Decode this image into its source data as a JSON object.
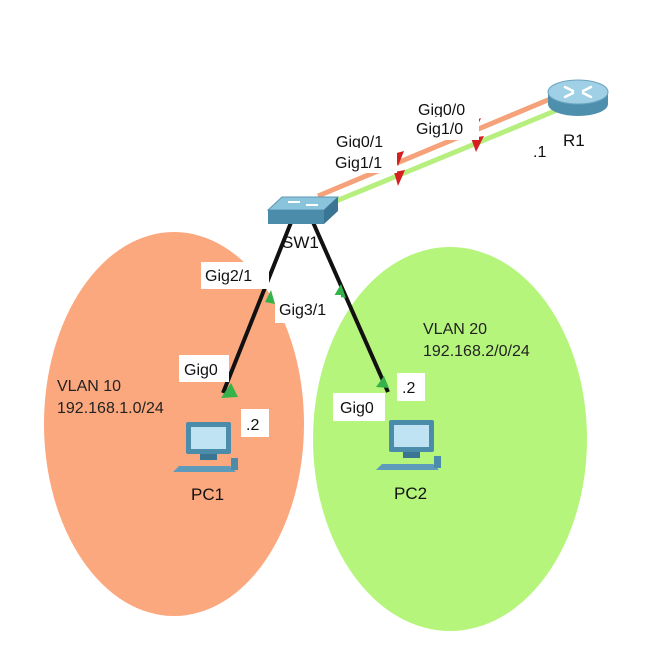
{
  "colors": {
    "vlan10": "#fca87e",
    "vlan20": "#b6f57c",
    "trunk_orange": "#f5a27a",
    "trunk_green": "#b7ef7f",
    "access_link": "#111111",
    "port_up": "#36b24a",
    "port_down": "#d42020"
  },
  "vlans": {
    "vlan10": {
      "name": "VLAN 10",
      "subnet": "192.168.1.0/24"
    },
    "vlan20": {
      "name": "VLAN 20",
      "subnet": "192.168.2/0/24"
    }
  },
  "devices": {
    "r1": {
      "label": "R1",
      "icon": "router-icon"
    },
    "sw1": {
      "label": "SW1",
      "icon": "switch-icon"
    },
    "pc1": {
      "label": "PC1",
      "icon": "pc-icon"
    },
    "pc2": {
      "label": "PC2",
      "icon": "pc-icon"
    }
  },
  "ports": {
    "r1_gig00": "Gig0/0",
    "r1_gig10": "Gig1/0",
    "sw_gig01": "Gig0/1",
    "sw_gig11": "Gig1/1",
    "sw_gig21": "Gig2/1",
    "sw_gig31": "Gig3/1",
    "pc1_gig0": "Gig0",
    "pc2_gig0": "Gig0"
  },
  "addresses": {
    "r1": ".1",
    "pc1": ".2",
    "pc2": ".2"
  }
}
